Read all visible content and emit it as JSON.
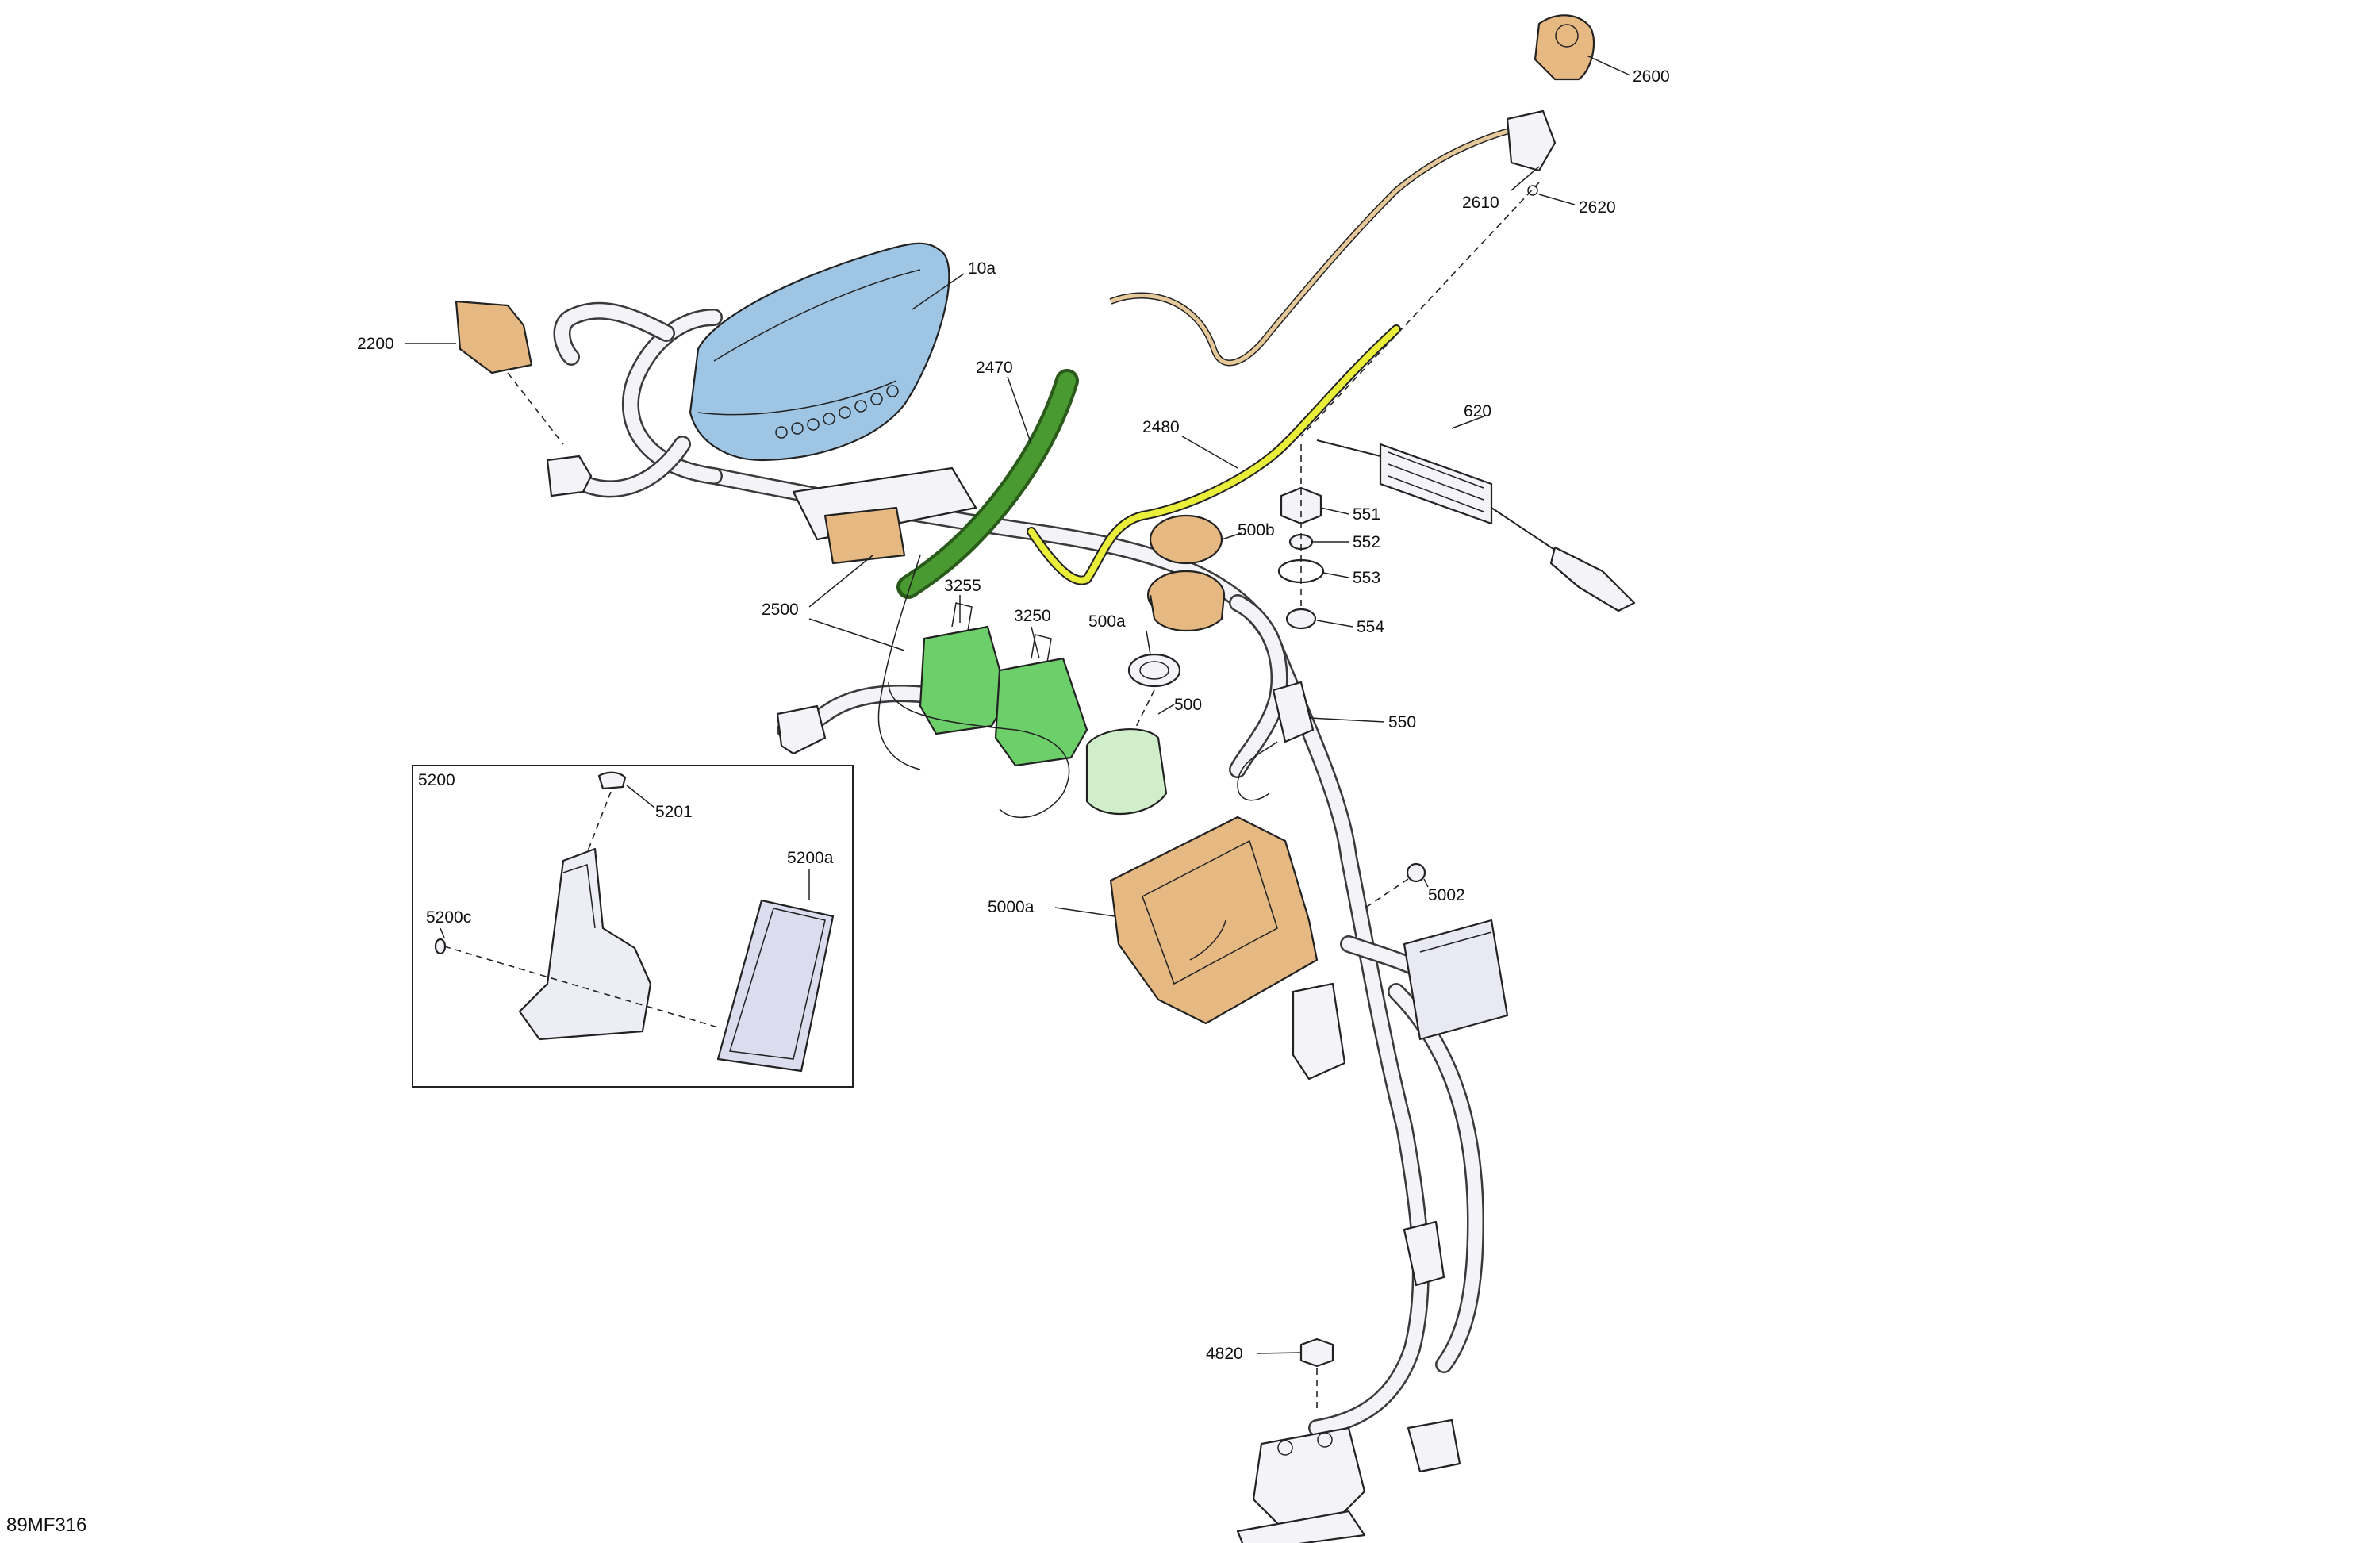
{
  "figure_code": "89MF316",
  "inset": {
    "title": "5200"
  },
  "callouts": [
    "10a",
    "2200",
    "2470",
    "2480",
    "2500",
    "2600",
    "2610",
    "2620",
    "3250",
    "3255",
    "500",
    "500a",
    "500b",
    "550",
    "551",
    "552",
    "553",
    "554",
    "620",
    "4820",
    "5000a",
    "5002",
    "5200a",
    "5200c",
    "5201"
  ],
  "colors": {
    "display": "#9ec5e4",
    "ecm": "#e6b882",
    "switches": "#6ccf6a",
    "coil": "#4a9a32",
    "highlight_wire": "#e8ee3a",
    "harness": "#efeff6",
    "line": "#222222"
  }
}
